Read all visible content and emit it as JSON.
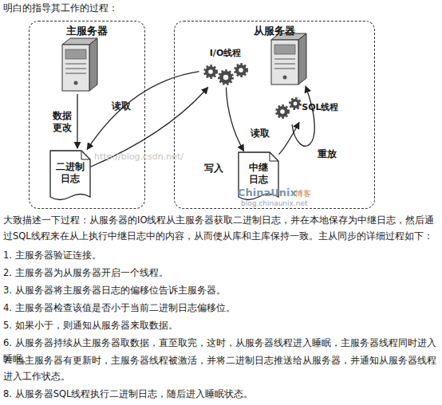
{
  "diagram": {
    "nodes": [
      {
        "text": [
          "主服务器"
        ]
      },
      {
        "text": [
          "二进制 日志"
        ],
        "in": 0
      },
      {
        "text": [
          "从服务器"
        ]
      },
      {
        "text": [
          "I/O线程"
        ],
        "in": 2
      },
      {
        "text": [
          "SQL线程"
        ],
        "in": 2
      },
      {
        "text": [
          "中继 日志"
        ],
        "in": 2
      }
    ],
    "edges": [
      {
        "from": 3,
        "to": 1,
        "label": "读取",
        "arrow": "to"
      },
      {
        "from": 1,
        "to": 3,
        "arrow": "to"
      },
      {
        "from": 3,
        "to": 5,
        "label": "写入",
        "arrow": "to"
      },
      {
        "from": 5,
        "to": 4,
        "label": "读取",
        "arrow": "to"
      }
    ],
    "labels": [
      "明白的指导其工作的过程：",
      "数据 更改",
      "重放",
      "http://blog.csdn.net/",
      "ChinaUnix",
      "博客",
      "blog.chinaunix.net",
      "大致描述一下过程：从服务器的IO线程从主服务器获取二进制日志，并在本地保存为中继日志，然后通过SQL线程来在从上执行中继日志中的内容，从而使从库和主库保持一致。主从同步的详细过程如下：",
      "1. 主服务器验证连接。",
      "2. 主服务器为从服务器开启一个线程。",
      "3. 从服务器将主服务器日志的偏移位告诉主服务器。",
      "4. 主服务器检查该值是否小于当前二进制日志偏移位。",
      "5. 如果小于，则通知从服务器来取数据。",
      "6. 从服务器持续从主服务器取数据，直至取完，这时，从服务器线程进入睡眠，主服务器线程同时进入睡眠。",
      "7. 当主服务器有更新时，主服务器线程被激活，并将二进制日志推送给从服务器，并通知从服务器线程进入工作状态。",
      "8. 从服务器SQL线程执行二进制日志，随后进入睡眠状态。"
    ]
  }
}
